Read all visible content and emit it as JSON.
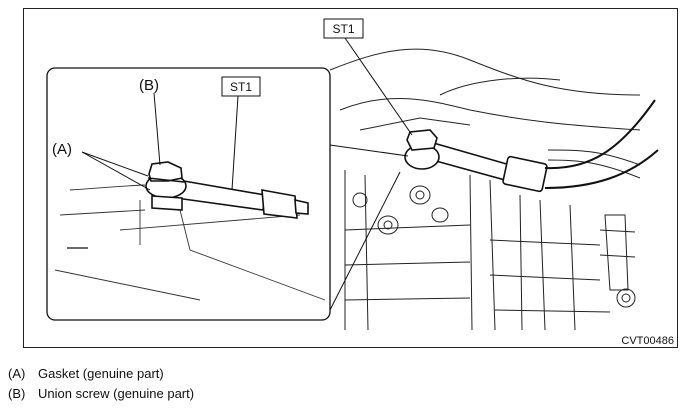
{
  "figure": {
    "label_st1_main": "ST1",
    "label_st1_inset": "ST1",
    "label_a": "(A)",
    "label_b": "(B)",
    "figure_code": "CVT00486"
  },
  "legend": [
    {
      "key": "(A)",
      "text": "Gasket (genuine part)"
    },
    {
      "key": "(B)",
      "text": "Union screw (genuine part)"
    }
  ]
}
